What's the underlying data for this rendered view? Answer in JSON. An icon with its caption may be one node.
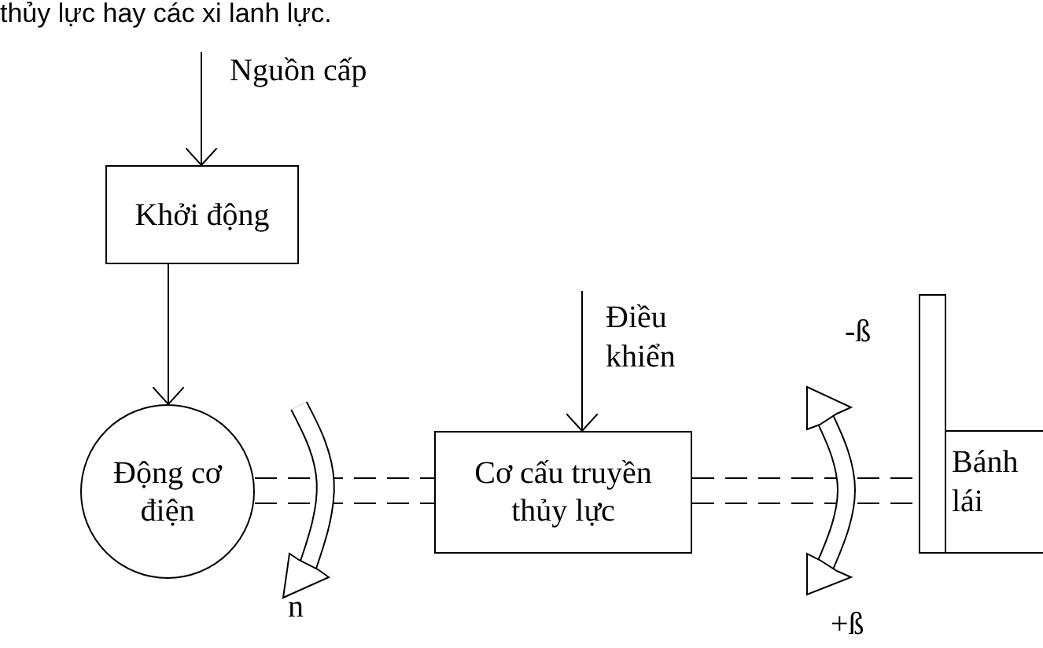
{
  "diagram": {
    "nodes": [
      {
        "text": [
          "Khởi động"
        ]
      },
      {
        "text": [
          "Động cơ điện"
        ]
      },
      {
        "text": [
          "Cơ cấu truyền thủy lực"
        ]
      },
      {
        "text": [
          "Bánh lái"
        ]
      }
    ],
    "edges": [
      {
        "from": null,
        "to": 0,
        "arrow": "to",
        "label": "Nguồn cấp"
      },
      {
        "from": 0,
        "to": 1,
        "arrow": "to"
      },
      {
        "from": null,
        "to": 2,
        "arrow": "to",
        "label": "Điều khiển"
      },
      {
        "from": 1,
        "to": 2,
        "arrow": "none",
        "style": "dashed"
      },
      {
        "from": 2,
        "to": 3,
        "arrow": "none",
        "style": "dashed"
      }
    ],
    "labels": [
      "thủy lực hay các xi lanh lực.",
      "n",
      "-ß",
      "+ß"
    ]
  }
}
